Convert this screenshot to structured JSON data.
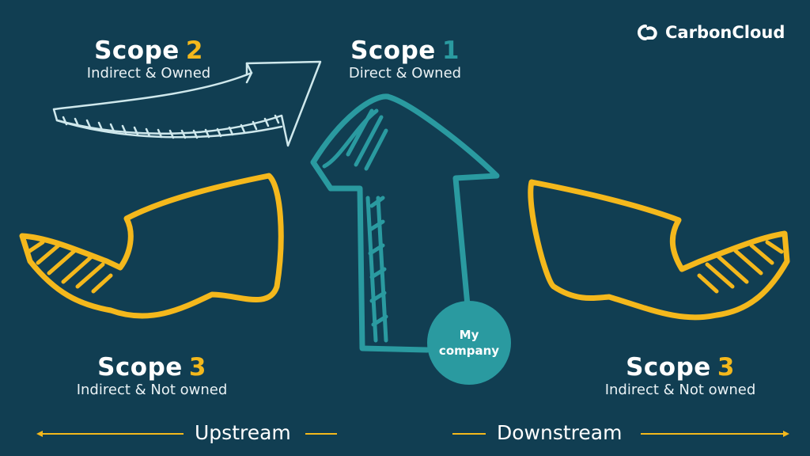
{
  "brand": {
    "name": "CarbonCloud",
    "logo_icon": "carboncloud-logo-icon"
  },
  "scopes": {
    "scope2": {
      "word": "Scope",
      "number": "2",
      "subtitle": "Indirect & Owned"
    },
    "scope1": {
      "word": "Scope",
      "number": "1",
      "subtitle": "Direct & Owned"
    },
    "scope3_up": {
      "word": "Scope",
      "number": "3",
      "subtitle": "Indirect & Not owned"
    },
    "scope3_down": {
      "word": "Scope",
      "number": "3",
      "subtitle": "Indirect & Not owned"
    }
  },
  "company": {
    "line1": "My",
    "line2": "company"
  },
  "streams": {
    "upstream": "Upstream",
    "downstream": "Downstream"
  },
  "colors": {
    "background": "#113e52",
    "teal": "#2a9aa0",
    "yellow": "#f4b81c",
    "light_arrow": "#cfe8ec",
    "white": "#ffffff"
  }
}
